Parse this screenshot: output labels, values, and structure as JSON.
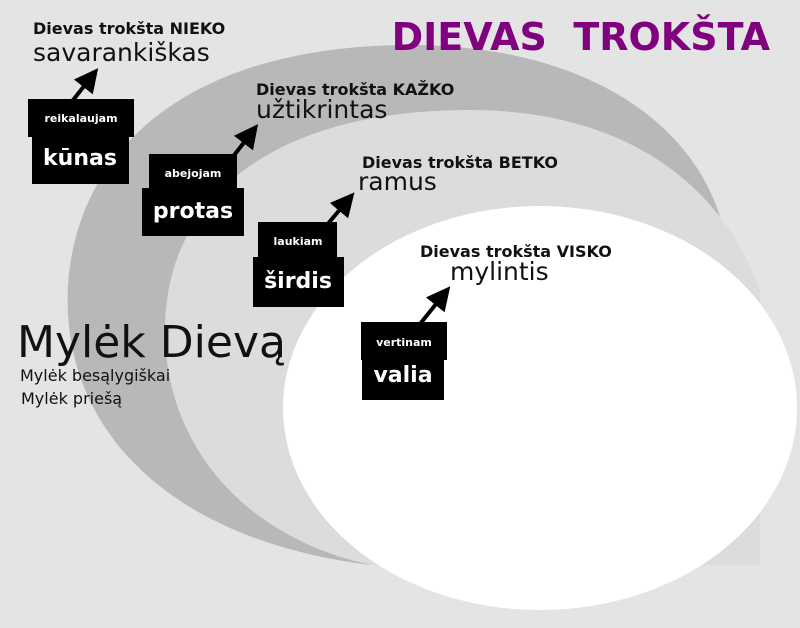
{
  "title": "DIEVAS  TROKŠTA",
  "title_color": "#800080",
  "levels": [
    {
      "key": "kunas",
      "label": "Dievas trokšta NIEKO",
      "value": "savarankiškas",
      "box_title": "kūnas",
      "box_sub": "reikalaujam"
    },
    {
      "key": "protas",
      "label": "Dievas trokšta KAŽKO",
      "value": "užtikrintas",
      "box_title": "protas",
      "box_sub": "abejojam"
    },
    {
      "key": "sirdis",
      "label": "Dievas trokšta BETKO",
      "value": "ramus",
      "box_title": "širdis",
      "box_sub": "laukiam"
    },
    {
      "key": "valia",
      "label": "Dievas trokšta VISKO",
      "value": "mylintis",
      "box_title": "valia",
      "box_sub": "vertinam"
    }
  ],
  "main_text": "Mylėk Dievą",
  "sub_lines": [
    "Mylėk besąlygiškai",
    "Mylėk priešą"
  ],
  "colors": {
    "background": "#e4e4e4",
    "ring_outer": "#b8b8b8",
    "ring_middle": "#dcdcdc",
    "ring_inner": "#ffffff",
    "box": "#000000"
  }
}
